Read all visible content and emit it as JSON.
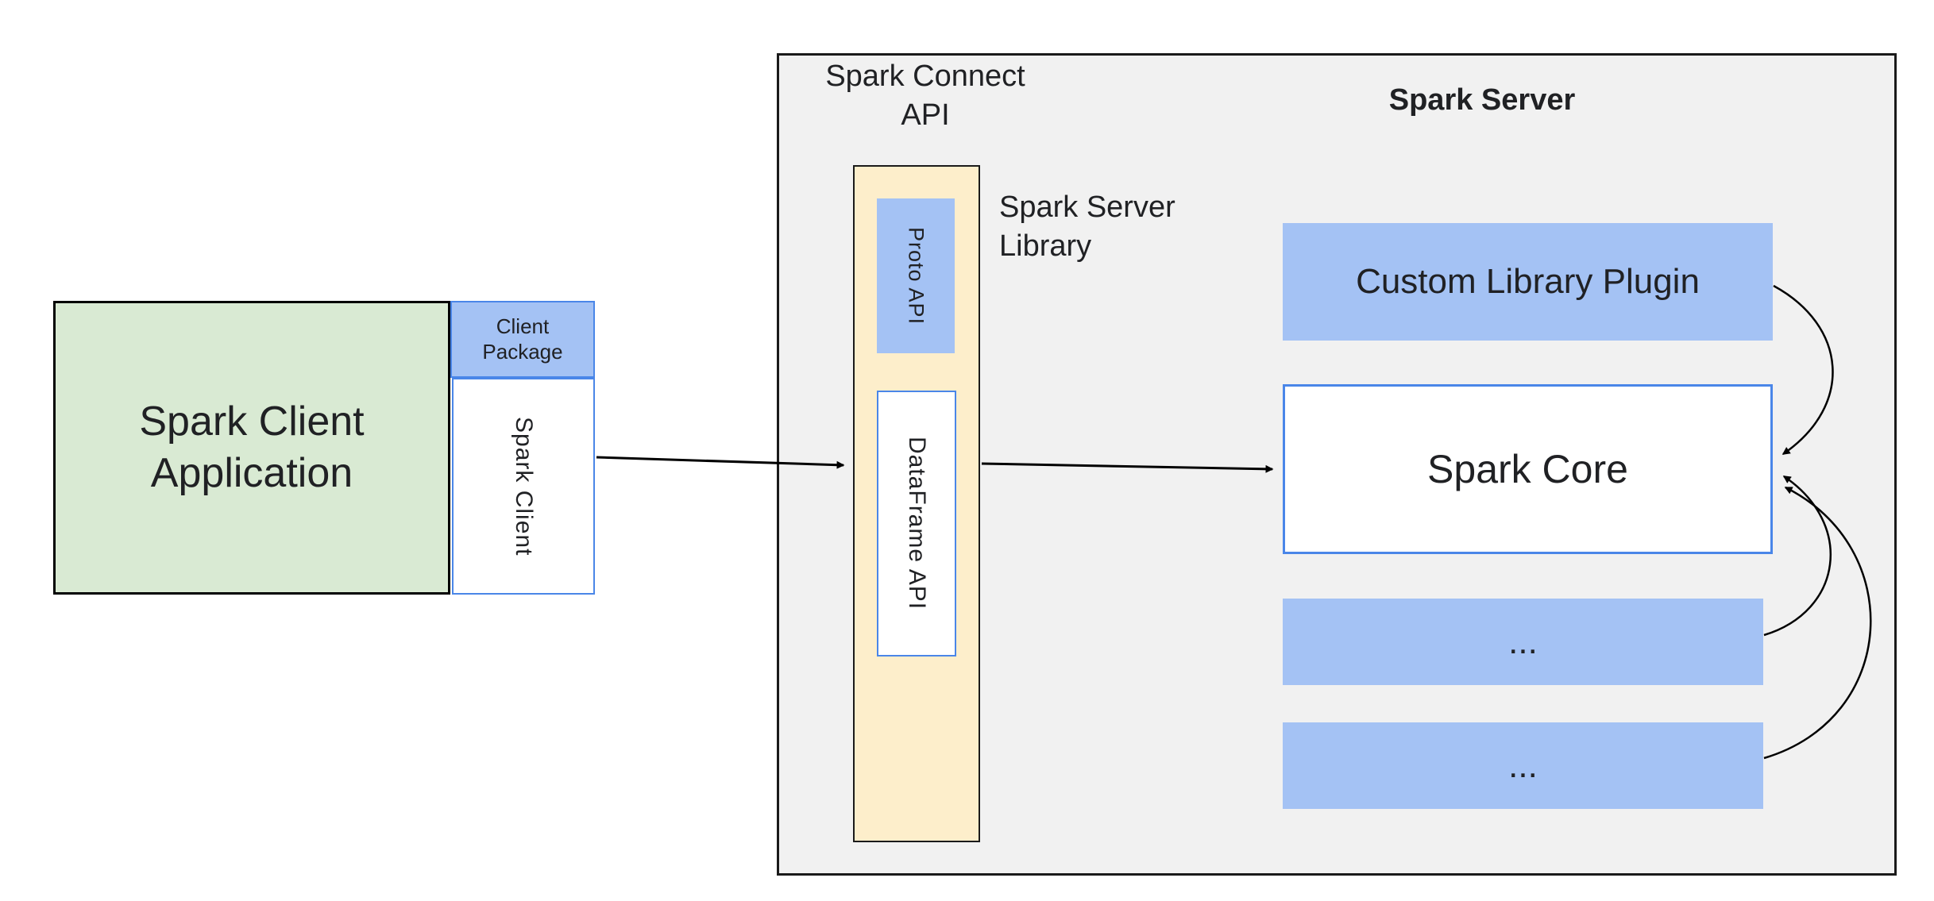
{
  "colors": {
    "canvas_bg": "#ffffff",
    "server_container_bg": "#f1f1f1",
    "green_fill": "#d9ead3",
    "blue_fill": "#a4c2f4",
    "yellow_fill": "#fdeecb",
    "blue_border": "#4a86e8",
    "dark_border": "#1a1a1a",
    "arrow_color": "#000000",
    "text_color": "#202124"
  },
  "client": {
    "application_label": "Spark Client\nApplication",
    "package_label": "Client\nPackage",
    "spark_client_label": "Spark Client"
  },
  "connect_api": {
    "title": "Spark Connect\nAPI",
    "proto_api_label": "Proto API",
    "dataframe_api_label": "DataFrame API",
    "library_label": "Spark Server\nLibrary"
  },
  "server": {
    "title": "Spark Server",
    "plugin_label": "Custom Library Plugin",
    "core_label": "Spark Core",
    "more_label_1": "...",
    "more_label_2": "..."
  }
}
